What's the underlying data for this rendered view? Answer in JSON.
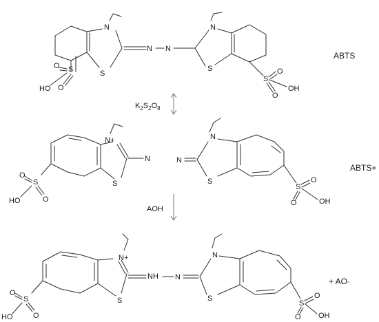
{
  "figure": {
    "atoms": {
      "n": "N",
      "n_plus": "N+",
      "s": "S",
      "o": "O",
      "ho": "HO",
      "oh": "OH",
      "nh": "NH",
      "azo_left": "N",
      "azo_right": "N"
    },
    "labels": {
      "abts": "ABTS",
      "abts_plus": "ABTS+",
      "ao_radical": "+ AO·"
    },
    "reagents": {
      "oxidant_main": "K",
      "oxidant_sub1": "2",
      "oxidant_mid1": "S",
      "oxidant_sub2": "2",
      "oxidant_mid2": "O",
      "oxidant_sub3": "8",
      "antioxidant": "AOH"
    }
  }
}
